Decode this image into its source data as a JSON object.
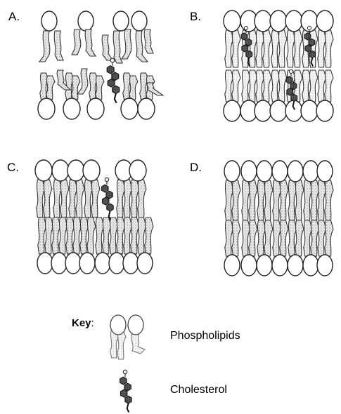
{
  "panels": [
    {
      "label": "A."
    },
    {
      "label": "B."
    },
    {
      "label": "C."
    },
    {
      "label": "D."
    }
  ],
  "key": {
    "title": "Key",
    "items": [
      {
        "label": "Phospholipids",
        "icon": "phospholipid-icon"
      },
      {
        "label": "Cholesterol",
        "icon": "cholesterol-icon"
      }
    ]
  }
}
